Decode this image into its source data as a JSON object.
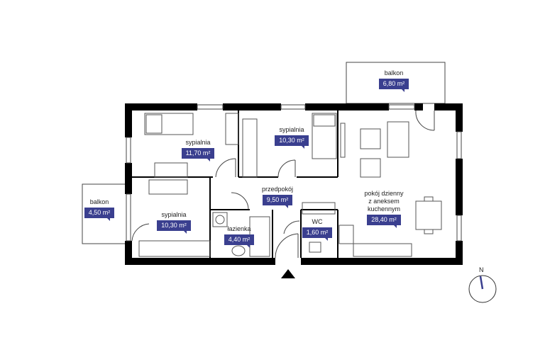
{
  "rooms": [
    {
      "id": "balkon-top",
      "name": "balkon",
      "area": "6,80 m²"
    },
    {
      "id": "sypialnia-1",
      "name": "sypialnia",
      "area": "11,70 m²"
    },
    {
      "id": "sypialnia-2",
      "name": "sypialnia",
      "area": "10,30 m²"
    },
    {
      "id": "przedpokoj",
      "name": "przedpokój",
      "area": "9,50 m²"
    },
    {
      "id": "balkon-left",
      "name": "balkon",
      "area": "4,50 m²"
    },
    {
      "id": "sypialnia-3",
      "name": "sypialnia",
      "area": "10,30 m²"
    },
    {
      "id": "lazienka",
      "name": "łazienka",
      "area": "4,40 m²"
    },
    {
      "id": "wc",
      "name": "WC",
      "area": "1,60 m²"
    },
    {
      "id": "pokoj-dzienny",
      "name": "pokój dzienny\nz aneksem\nkuchennym",
      "area": "28,40 m²"
    }
  ],
  "compass": {
    "label": "N"
  },
  "colors": {
    "wall": "#000000",
    "badge": "#3a3f8f",
    "furniture": "#555555"
  }
}
